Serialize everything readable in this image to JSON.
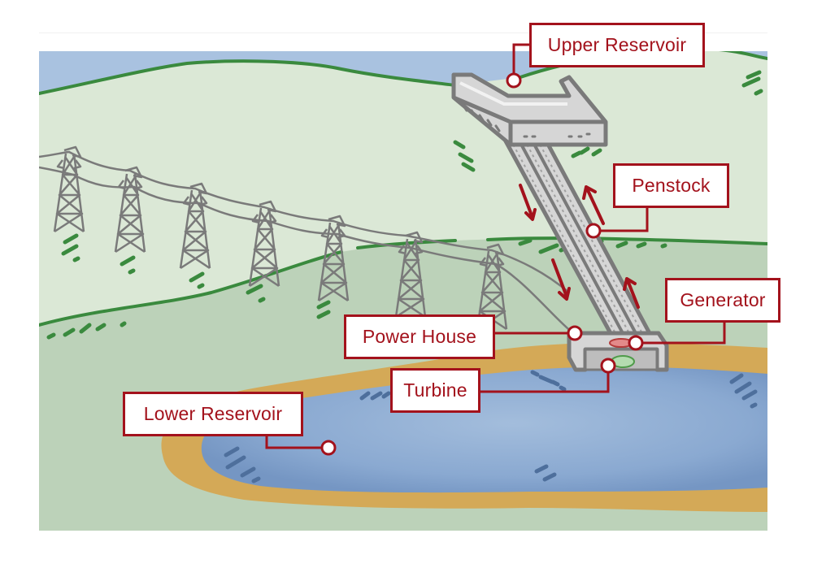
{
  "diagram": {
    "title": "Pumped Storage Hydropower",
    "colors": {
      "label_red": "#a3121c",
      "sky_blue": "#a9c2e0",
      "hill_light": "#dbe8d6",
      "hill_dark": "#bcd2b9",
      "hill_outline": "#3a8a3e",
      "sand": "#d4a957",
      "water": "#8aa9d1",
      "water_dark": "#6d8fbd",
      "structure_gray": "#7a7a7a",
      "structure_fill": "#d6d6d6",
      "flow_arrow": "#a3121c"
    },
    "labels": [
      {
        "id": "upper-reservoir",
        "text": "Upper Reservoir"
      },
      {
        "id": "penstock",
        "text": "Penstock"
      },
      {
        "id": "generator",
        "text": "Generator"
      },
      {
        "id": "power-house",
        "text": "Power House"
      },
      {
        "id": "turbine",
        "text": "Turbine"
      },
      {
        "id": "lower-reservoir",
        "text": "Lower Reservoir"
      }
    ],
    "flow_arrows": [
      {
        "direction": "down",
        "meaning": "water flowing down to generate"
      },
      {
        "direction": "up",
        "meaning": "water pumped up to store"
      }
    ],
    "transmission_tower_count": 7
  }
}
